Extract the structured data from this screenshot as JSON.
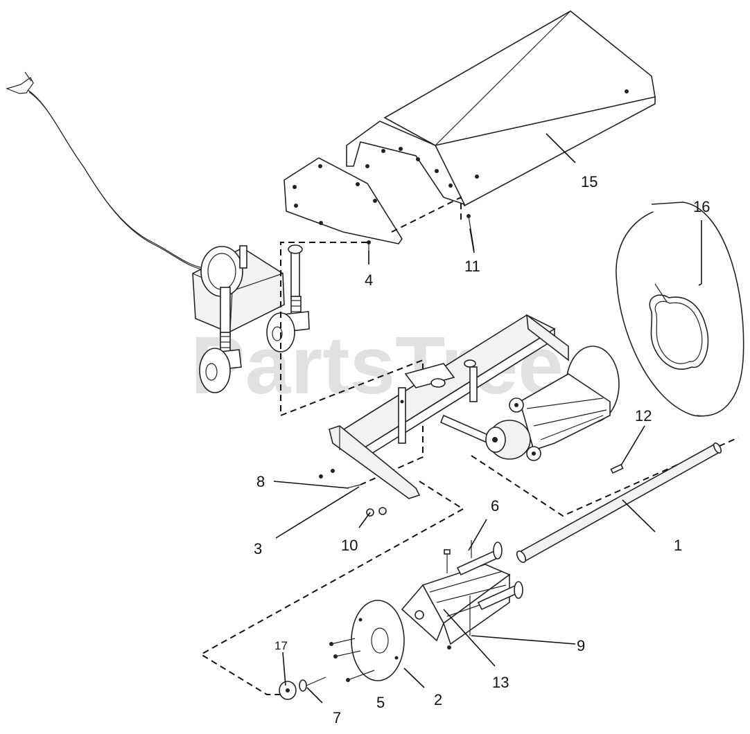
{
  "watermark": "PartsTree",
  "callouts": [
    {
      "id": "c1",
      "label": "1"
    },
    {
      "id": "c2",
      "label": "2"
    },
    {
      "id": "c3",
      "label": "3"
    },
    {
      "id": "c4",
      "label": "4"
    },
    {
      "id": "c5",
      "label": "5"
    },
    {
      "id": "c6",
      "label": "6"
    },
    {
      "id": "c7",
      "label": "7"
    },
    {
      "id": "c8",
      "label": "8"
    },
    {
      "id": "c9",
      "label": "9"
    },
    {
      "id": "c10",
      "label": "10"
    },
    {
      "id": "c11",
      "label": "11"
    },
    {
      "id": "c12",
      "label": "12"
    },
    {
      "id": "c13",
      "label": "13"
    },
    {
      "id": "c15",
      "label": "15"
    },
    {
      "id": "c16",
      "label": "16"
    },
    {
      "id": "c17",
      "label": "17"
    }
  ]
}
